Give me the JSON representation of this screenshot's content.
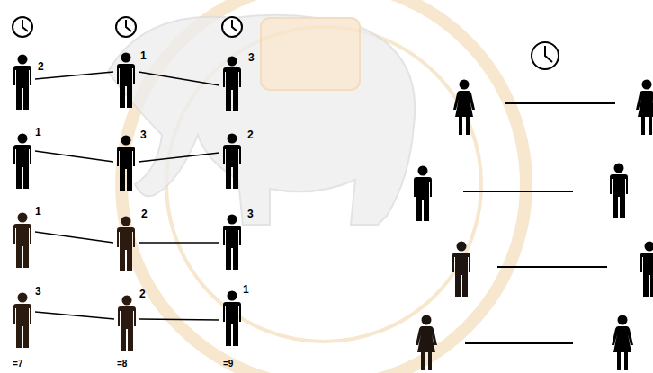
{
  "diagram": {
    "nodes": [
      {
        "text": [
          "2"
        ]
      },
      {
        "text": [
          "1"
        ]
      },
      {
        "text": [
          "3"
        ]
      },
      {
        "text": [
          "1"
        ]
      },
      {
        "text": [
          "3"
        ]
      },
      {
        "text": [
          "2"
        ]
      },
      {
        "text": [
          "1"
        ]
      },
      {
        "text": [
          "2"
        ]
      },
      {
        "text": [
          "3"
        ]
      },
      {
        "text": [
          "3"
        ]
      },
      {
        "text": [
          "2"
        ]
      },
      {
        "text": [
          "1"
        ]
      }
    ],
    "edges": [
      {
        "from": 0,
        "to": 1,
        "arrow": "none"
      },
      {
        "from": 1,
        "to": 2,
        "arrow": "none"
      },
      {
        "from": 3,
        "to": 4,
        "arrow": "none"
      },
      {
        "from": 4,
        "to": 5,
        "arrow": "none"
      },
      {
        "from": 6,
        "to": 7,
        "arrow": "none"
      },
      {
        "from": 7,
        "to": 8,
        "arrow": "none"
      },
      {
        "from": 9,
        "to": 10,
        "arrow": "none"
      },
      {
        "from": 10,
        "to": 11,
        "arrow": "none"
      }
    ],
    "labels": [
      "=7",
      "=8",
      "=9"
    ]
  }
}
